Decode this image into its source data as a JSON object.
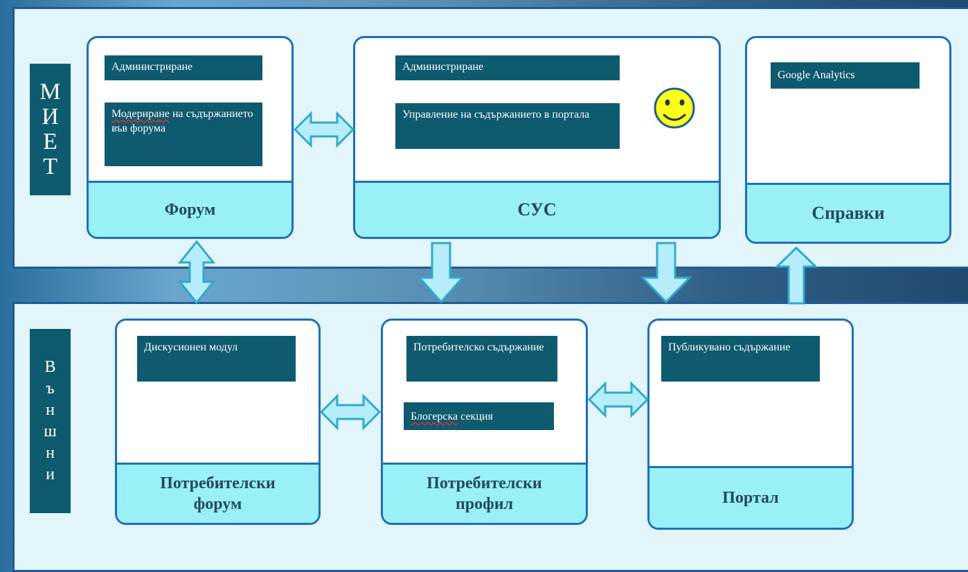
{
  "miet_label": [
    "М",
    "И",
    "Е",
    "Т"
  ],
  "vanshni_label": [
    "В",
    "ъ",
    "н",
    "ш",
    "н",
    "и"
  ],
  "top": {
    "forum": {
      "notes": [
        "Администриране"
      ],
      "moderation_word": "Модериране",
      "moderation_rest": " на съдържанието във форума",
      "title": "Форум"
    },
    "sus": {
      "notes": [
        "Администриране",
        "Управление на съдържанието в портала"
      ],
      "title": "СУС"
    },
    "spravki": {
      "notes": [
        "Google Analytics"
      ],
      "title": "Справки"
    }
  },
  "bottom": {
    "user_forum": {
      "notes": [
        "Дискусионен модул"
      ],
      "title_line1": "Потребителски",
      "title_line2": "форум"
    },
    "user_profile": {
      "notes": [
        "Потребителско съдържание"
      ],
      "blog_word": "Блогерска",
      "blog_rest": " секция",
      "title_line1": "Потребителски",
      "title_line2": "профил"
    },
    "portal": {
      "notes": [
        "Публикувано съдържание"
      ],
      "title": "Портал"
    }
  },
  "colors": {
    "panel_bg": "#e2f5fa",
    "panel_border": "#1f5b95",
    "label_bg": "#0e5a6e",
    "box_border": "#1d6fb8",
    "footer_bg": "#99f0f7",
    "arrow_fill": "#b5eefa",
    "arrow_stroke": "#2fa9cc",
    "smiley": "#ffff1a"
  }
}
